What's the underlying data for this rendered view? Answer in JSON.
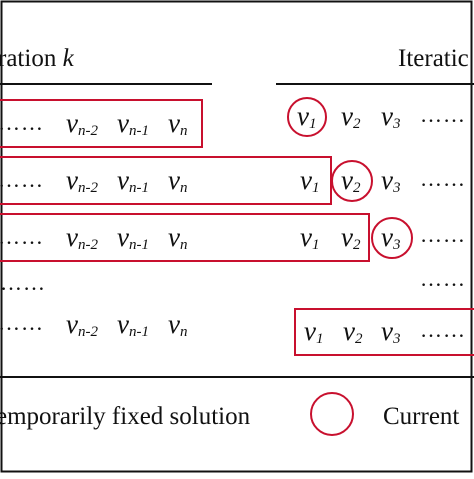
{
  "header": {
    "left_title": "ration ",
    "left_title_var": "k",
    "right_title": "Iteratic"
  },
  "symbols": {
    "v": "v",
    "sub_1": "1",
    "sub_2": "2",
    "sub_3": "3",
    "sub_n2": "n-2",
    "sub_n1": "n-1",
    "sub_n": "n",
    "dots": "……"
  },
  "legend": {
    "fixed_label": "emporarily fixed solution",
    "current_label": "Current"
  },
  "colors": {
    "ink": "#111111",
    "highlight": "#c8102e",
    "frame": "#111111"
  }
}
